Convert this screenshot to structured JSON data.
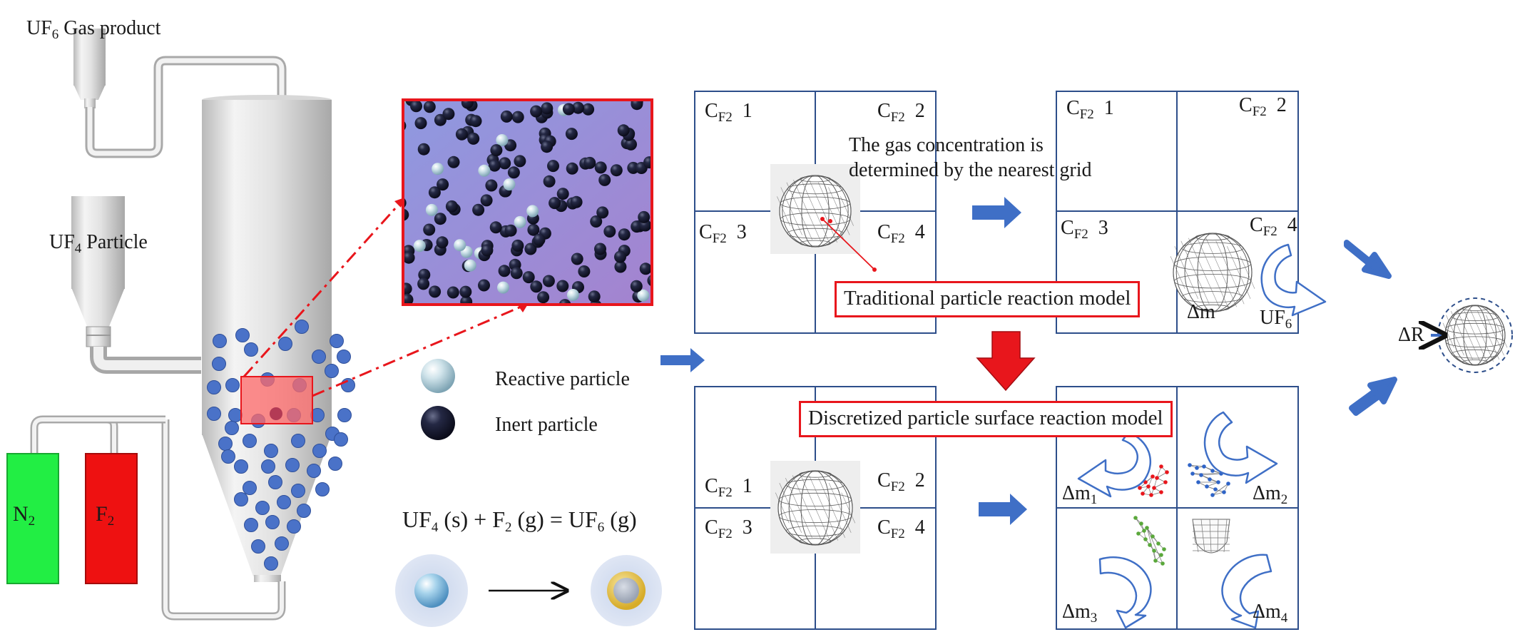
{
  "equipment": {
    "gas_product": {
      "pre": "UF",
      "sub": "6",
      "post": " Gas product"
    },
    "particle_feed": {
      "pre": "UF",
      "sub": "4",
      "post": " Particle"
    },
    "n2_tank": {
      "pre": "N",
      "sub": "2"
    },
    "f2_tank": {
      "pre": "F",
      "sub": "2"
    }
  },
  "legend": {
    "reactive": "Reactive particle",
    "inert": "Inert particle"
  },
  "reaction": {
    "pre": "UF",
    "sub1": "4",
    "mid1": " (s) + F",
    "sub2": "2",
    "mid2": " (g) = UF",
    "sub3": "6",
    "post": " (g)"
  },
  "grid_label": {
    "c": "C",
    "sub": "F2"
  },
  "cell_numbers": [
    "1",
    "2",
    "3",
    "4"
  ],
  "annotation_line1": "The gas concentration is",
  "annotation_line2": "determined by the nearest grid",
  "traditional_model": "Traditional particle reaction model",
  "discretized_model": "Discretized particle surface reaction model",
  "delta_m": "Δm",
  "uf6": {
    "pre": "UF",
    "sub": "6"
  },
  "delta_m_parts": [
    {
      "pre": "Δm",
      "sub": "1"
    },
    {
      "pre": "Δm",
      "sub": "2"
    },
    {
      "pre": "Δm",
      "sub": "3"
    },
    {
      "pre": "Δm",
      "sub": "4"
    }
  ],
  "delta_r": "ΔR",
  "colors": {
    "grid_line": "#2d4e8a",
    "blue_arrow": "#3f6fc6",
    "red_arrow": "#e8161c",
    "highlight_box": "#e8161c",
    "fluidized_particle": "#4a72c8",
    "n2_tank": "#22ee44",
    "f2_tank": "#ee1111"
  }
}
